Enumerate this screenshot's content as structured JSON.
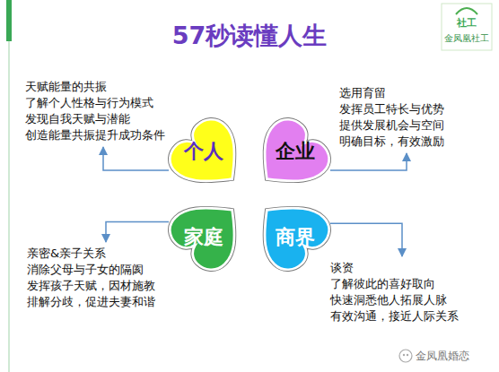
{
  "diagram": {
    "title": "57秒读懂人生",
    "nodes": [
      {
        "text": [
          "天赋能量的共振",
          "了解个人性格与行为模式",
          "发现自我天赋与潜能",
          "创造能量共振提升成功条件"
        ]
      },
      {
        "text": [
          "选用育留",
          "发挥员工特长与优势",
          "提供发展机会与空间",
          "明确目标，有效激励"
        ]
      },
      {
        "text": [
          "个人"
        ]
      },
      {
        "text": [
          "企业"
        ]
      },
      {
        "text": [
          "家庭"
        ]
      },
      {
        "text": [
          "商界"
        ]
      },
      {
        "text": [
          "亲密&亲子关系",
          "消除父母与子女的隔阂",
          "发挥孩子天赋，因材施教",
          "排解分歧，促进夫妻和谐"
        ]
      },
      {
        "text": [
          "谈资",
          "了解彼此的喜好取向",
          "快速洞悉他人拓展人脉",
          "有效沟通，接近人际关系"
        ]
      }
    ],
    "edges": [
      {
        "from": 2,
        "to": 0,
        "arrow": "to"
      },
      {
        "from": 3,
        "to": 1,
        "arrow": "to"
      },
      {
        "from": 4,
        "to": 6,
        "arrow": "to"
      },
      {
        "from": 5,
        "to": 7,
        "arrow": "to"
      }
    ],
    "labels": [
      "社工",
      "金凤凰社工",
      "金凤凰婚恋"
    ]
  }
}
